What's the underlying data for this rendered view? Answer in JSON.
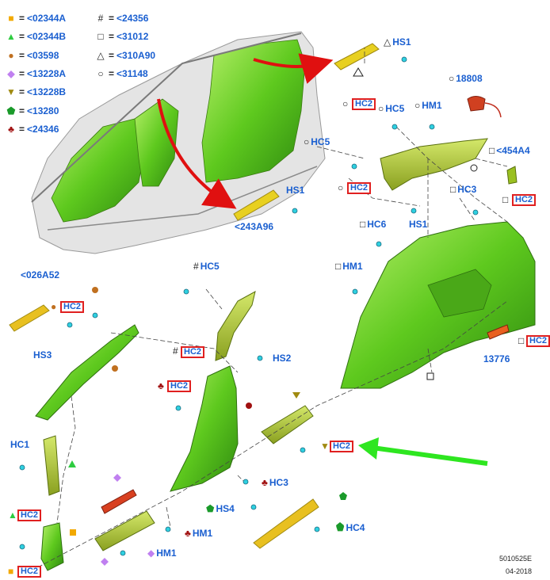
{
  "legend": [
    {
      "icon": "■",
      "color": "#f2a900",
      "code": "<02344A"
    },
    {
      "icon": "▲",
      "color": "#2ecc40",
      "code": "<02344B"
    },
    {
      "icon": "●",
      "color": "#c07020",
      "code": "<03598"
    },
    {
      "icon": "◆",
      "color": "#c080f0",
      "code": "<13228A"
    },
    {
      "icon": "▼",
      "color": "#a08a10",
      "code": "<13228B"
    },
    {
      "icon": "⬟",
      "color": "#1a9a2a",
      "code": "<13280"
    },
    {
      "icon": "♣",
      "color": "#a01010",
      "code": "<24346"
    }
  ],
  "legend2": [
    {
      "icon": "#",
      "code": "<24356"
    },
    {
      "icon": "□",
      "code": "<31012"
    },
    {
      "icon": "△",
      "code": "<310A90"
    },
    {
      "icon": "○",
      "code": "<31148"
    }
  ],
  "labels": {
    "hs1_top": "HS1",
    "hs1_mid": "HS1",
    "a243": "<243A96",
    "n18808": "18808",
    "hc2_a": "HC2",
    "hc5_a": "HC5",
    "hm1_a": "HM1",
    "hc5_b": "HC5",
    "n454": "<454A4",
    "hc2_b": "HC2",
    "hc3_a": "HC3",
    "hc2_c": "HC2",
    "hc6": "HC6",
    "hs1_b": "HS1",
    "hm1_b": "HM1",
    "a026": "<026A52",
    "hc2_d": "HC2",
    "hs3": "HS3",
    "hc5_c": "HC5",
    "hc2_e": "HC2",
    "hs2": "HS2",
    "hc2_f": "HC2",
    "n13776": "13776",
    "hc2_g": "HC2",
    "hc1": "HC1",
    "hc2_h": "HC2",
    "hc3_b": "HC3",
    "hs4": "HS4",
    "hm1_c": "HM1",
    "hc4": "HC4",
    "hm1_d": "HM1",
    "hc2_i": "HC2",
    "hc2_j": "HC2"
  },
  "footer": {
    "code": "5010525E",
    "date": "04-2018"
  }
}
